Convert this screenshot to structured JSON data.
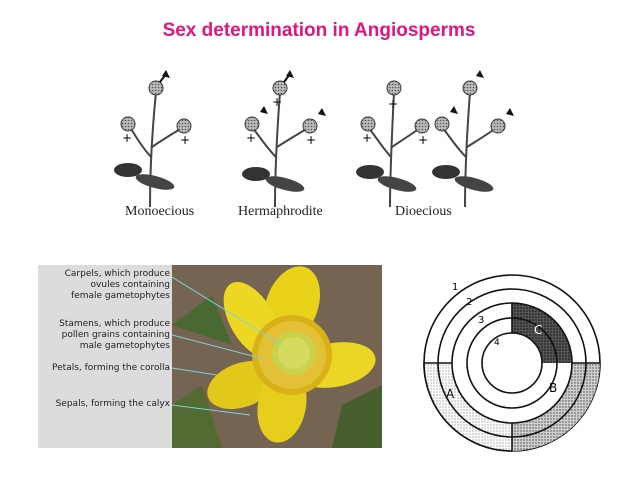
{
  "title": "Sex determination in Angiosperms",
  "sex_types": {
    "monoecious": "Monoecious",
    "hermaphrodite": "Hermaphrodite",
    "dioecious": "Dioecious"
  },
  "flower_callouts": {
    "carpels": "Carpels, which produce\novules containing\nfemale gametophytes",
    "stamens": "Stamens, which produce\npollen grains containing\nmale gametophytes",
    "petals": "Petals, forming the corolla",
    "sepals": "Sepals, forming the calyx"
  },
  "whorl_diagram": {
    "ring_numbers": [
      "1",
      "2",
      "3",
      "4"
    ],
    "region_letters": [
      "A",
      "B",
      "C"
    ]
  }
}
